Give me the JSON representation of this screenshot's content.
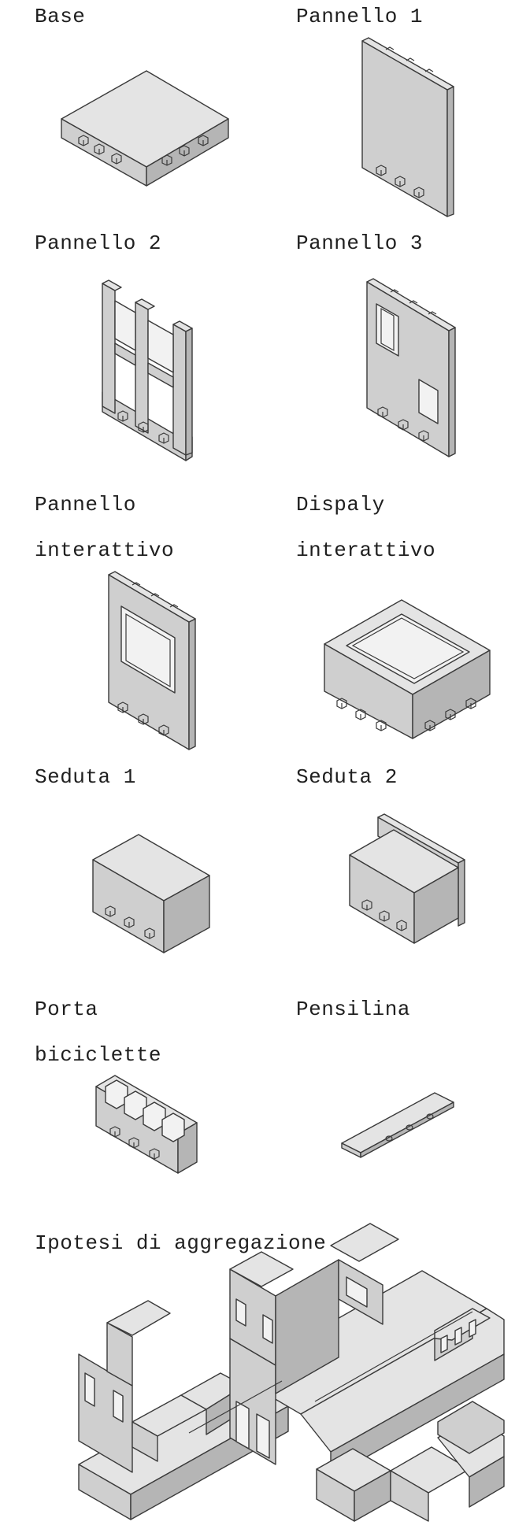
{
  "modules": {
    "base": {
      "label": "Base"
    },
    "pannello_1": {
      "label": "Pannello 1"
    },
    "pannello_2": {
      "label": "Pannello 2"
    },
    "pannello_3": {
      "label": "Pannello 3"
    },
    "pannello_interattivo": {
      "label": "Pannello\ninterattivo"
    },
    "display_interattivo": {
      "label": "Dispaly\ninterattivo"
    },
    "seduta_1": {
      "label": "Seduta 1"
    },
    "seduta_2": {
      "label": "Seduta 2"
    },
    "porta_biciclette": {
      "label": "Porta\nbiciclette"
    },
    "pensilina": {
      "label": "Pensilina"
    }
  },
  "aggregation": {
    "label": "Ipotesi di aggregazione"
  }
}
